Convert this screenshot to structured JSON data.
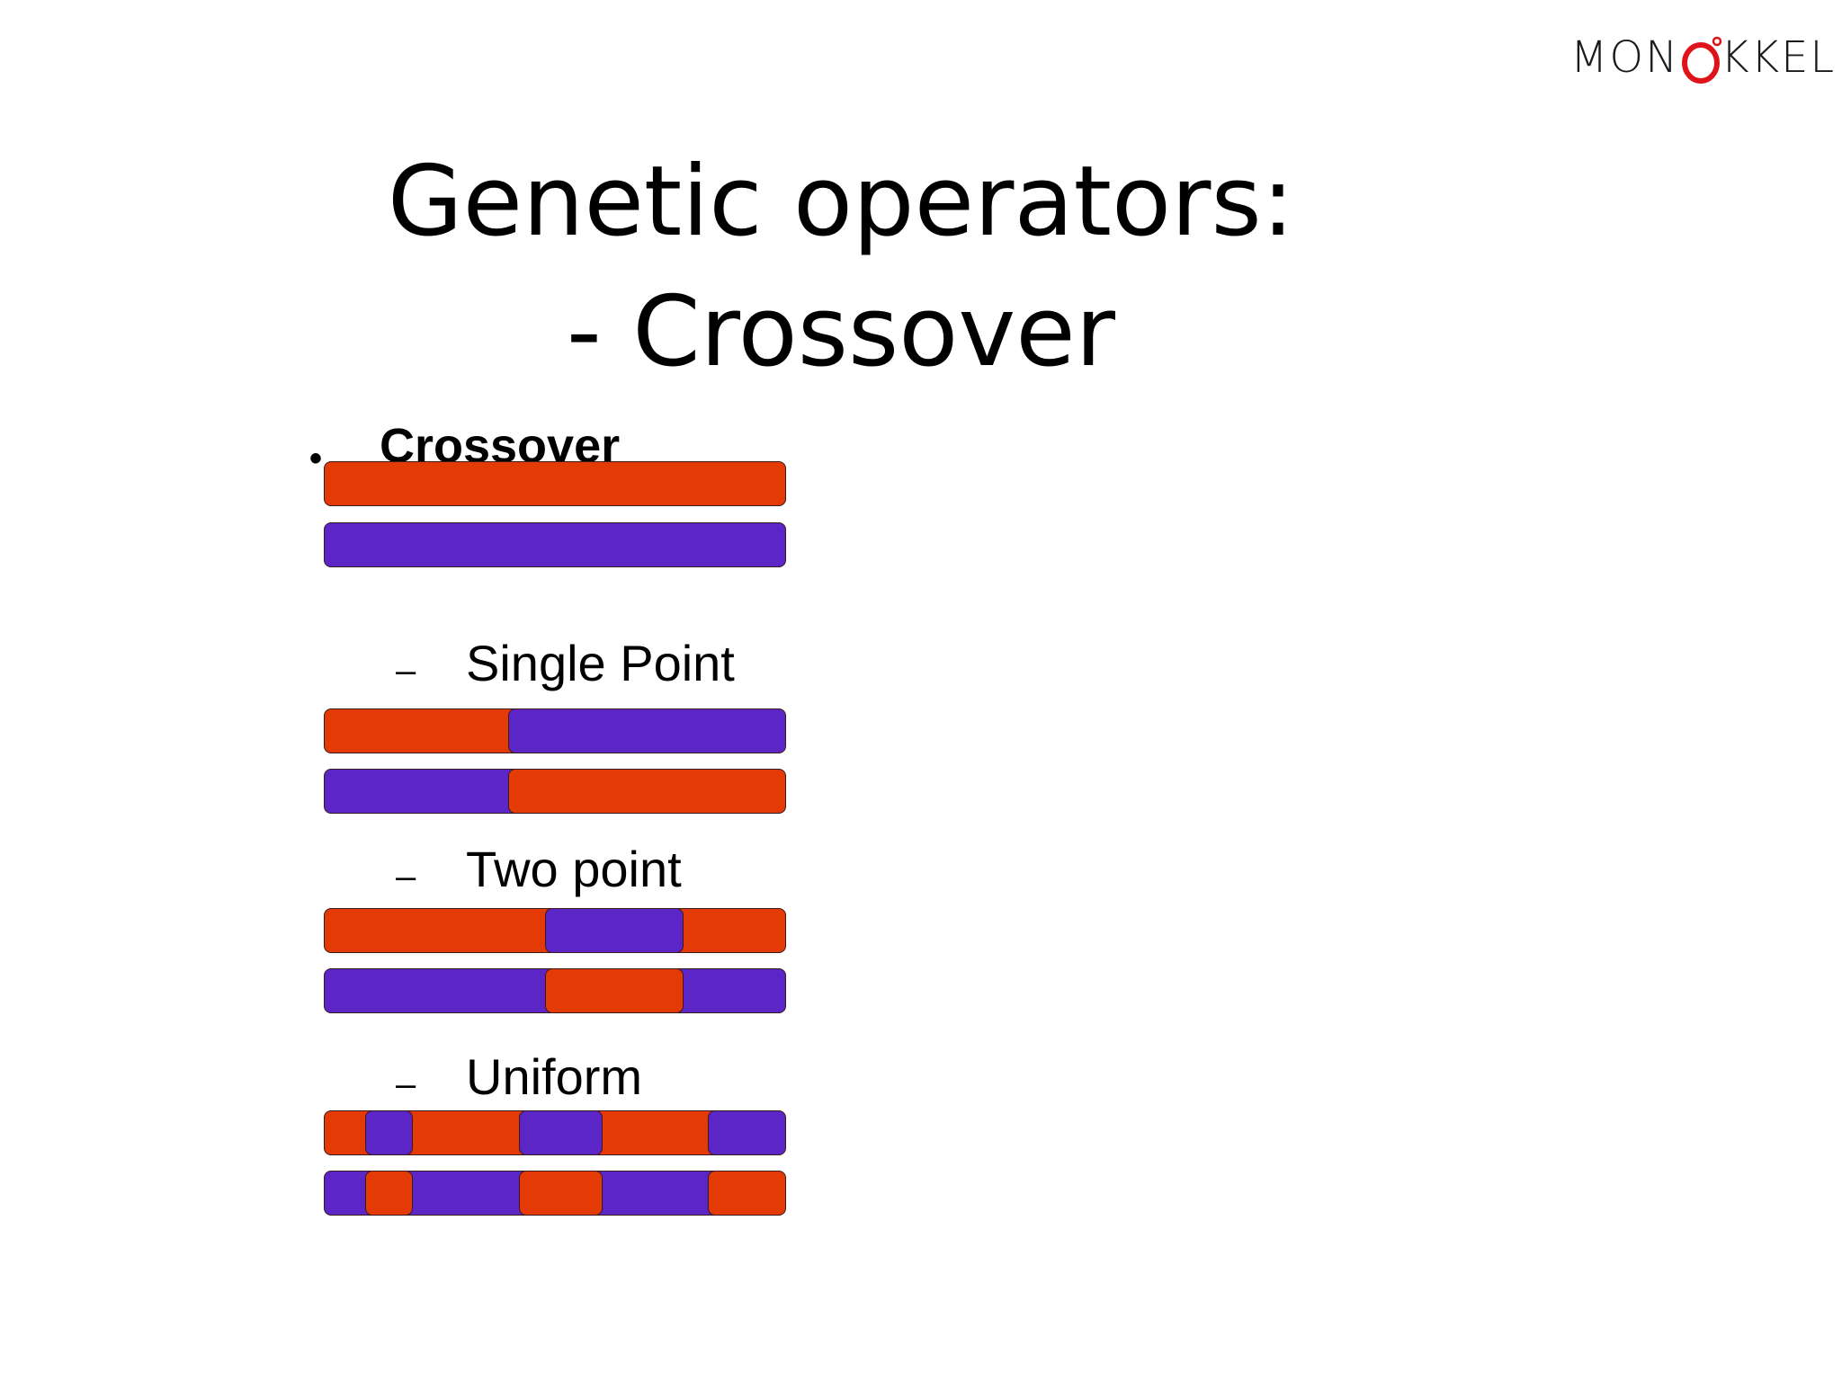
{
  "logo": {
    "left": "MON",
    "right": "KKEL"
  },
  "title": {
    "line1": "Genetic operators:",
    "line2": "- Crossover"
  },
  "bullet": {
    "marker": "•",
    "label": "Crossover"
  },
  "colors": {
    "red": "#e33a06",
    "purple": "#5c26c6",
    "logo_ring": "#e0131a"
  },
  "sections": [
    {
      "dash": "–",
      "label": "Single Point"
    },
    {
      "dash": "–",
      "label": "Two point"
    },
    {
      "dash": "–",
      "label": "Uniform"
    }
  ]
}
